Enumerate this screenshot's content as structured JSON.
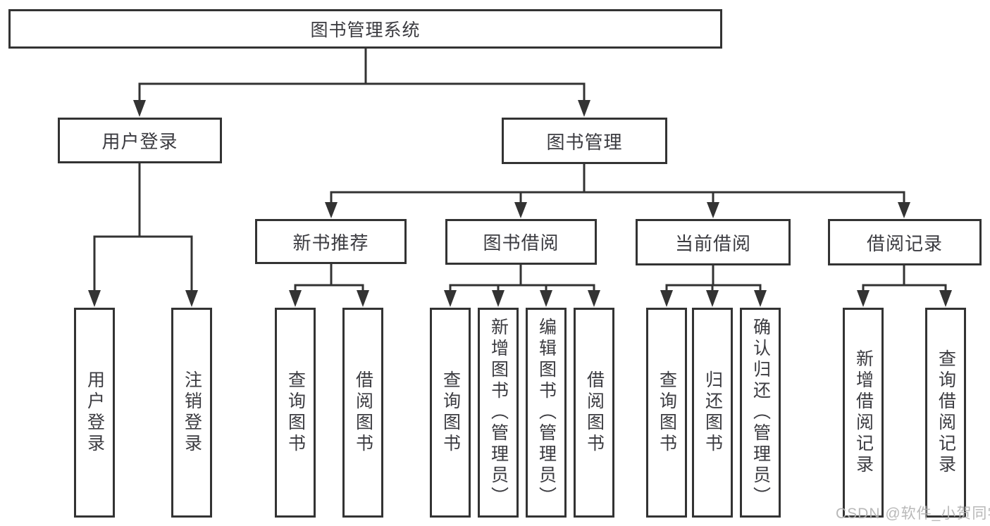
{
  "tree": {
    "root": {
      "label": "图书管理系统"
    },
    "branches": [
      {
        "label": "用户登录",
        "children": [
          {
            "label": "用户登录"
          },
          {
            "label": "注销登录"
          }
        ]
      },
      {
        "label": "图书管理",
        "children": [
          {
            "label": "新书推荐",
            "children": [
              {
                "label": "查询图书"
              },
              {
                "label": "借阅图书"
              }
            ]
          },
          {
            "label": "图书借阅",
            "children": [
              {
                "label": "查询图书"
              },
              {
                "label": "新增图书（管理员）"
              },
              {
                "label": "编辑图书（管理员）"
              },
              {
                "label": "借阅图书"
              }
            ]
          },
          {
            "label": "当前借阅",
            "children": [
              {
                "label": "查询图书"
              },
              {
                "label": "归还图书"
              },
              {
                "label": "确认归还（管理员）"
              }
            ]
          },
          {
            "label": "借阅记录",
            "children": [
              {
                "label": "新增借阅记录"
              },
              {
                "label": "查询借阅记录"
              }
            ]
          }
        ]
      }
    ]
  },
  "watermark": {
    "text": "CSDN @软件_小贺同学"
  },
  "colors": {
    "line": "#333333",
    "text": "#3b3b40",
    "watermark": "#b3b3b3",
    "background": "#ffffff"
  }
}
